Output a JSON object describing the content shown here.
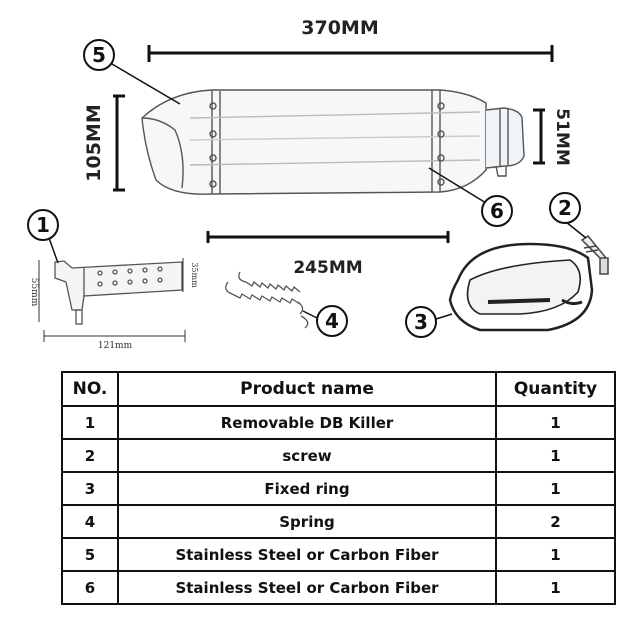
{
  "dimensions": {
    "length_total": "370MM",
    "height_body": "105MM",
    "outlet_diameter": "51MM",
    "length_body": "245MM",
    "killer_height": "55mm",
    "killer_diameter": "35mm",
    "killer_length": "121mm"
  },
  "callouts": [
    "1",
    "2",
    "3",
    "4",
    "5",
    "6"
  ],
  "table": {
    "headers": {
      "no": "NO.",
      "name": "Product name",
      "qty": "Quantity"
    },
    "rows": [
      {
        "no": "1",
        "name": "Removable DB Killer",
        "qty": "1"
      },
      {
        "no": "2",
        "name": "screw",
        "qty": "1"
      },
      {
        "no": "3",
        "name": "Fixed ring",
        "qty": "1"
      },
      {
        "no": "4",
        "name": "Spring",
        "qty": "2"
      },
      {
        "no": "5",
        "name": "Stainless Steel or Carbon Fiber",
        "qty": "1"
      },
      {
        "no": "6",
        "name": "Stainless Steel or Carbon Fiber",
        "qty": "1"
      }
    ]
  }
}
